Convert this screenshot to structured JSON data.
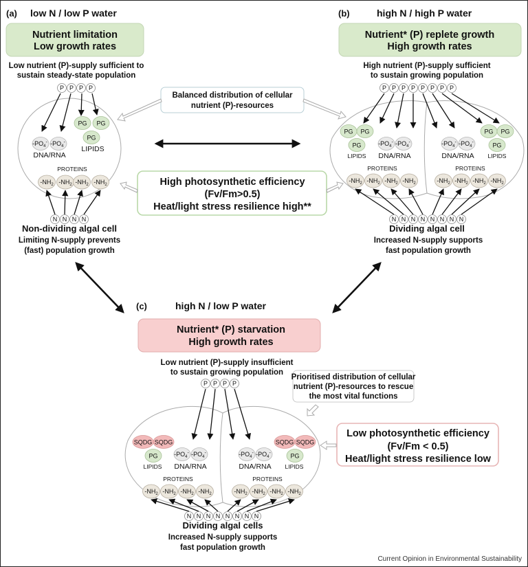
{
  "panels": {
    "a": {
      "label": "(a)",
      "water": "low N / low P water",
      "header_line1": "Nutrient limitation",
      "header_line2": "Low growth rates",
      "header_color": "#d9eacb",
      "supply_line1": "Low nutrient (P)-supply sufficient to",
      "supply_line2": "sustain steady-state population",
      "p_count": 4,
      "n_count": 4,
      "cell_name": "Non-dividing algal cell",
      "desc_line1": "Limiting N-supply prevents",
      "desc_line2": "(fast) population growth"
    },
    "b": {
      "label": "(b)",
      "water": "high N / high P water",
      "header_line1": "Nutrient* (P) replete growth",
      "header_line2": "High growth rates",
      "header_color": "#d9eacb",
      "supply_line1": "High nutrient (P)-supply sufficient",
      "supply_line2": "to sustain growing population",
      "p_count": 8,
      "n_count": 8,
      "cell_name": "Dividing algal cell",
      "desc_line1": "Increased N-supply supports",
      "desc_line2": "fast population growth"
    },
    "c": {
      "label": "(c)",
      "water": "high N / low P water",
      "header_line1": "Nutrient* (P) starvation",
      "header_line2": "High growth rates",
      "header_color": "#f8cfcf",
      "supply_line1": "Low nutrient (P)-supply insufficient",
      "supply_line2": "to sustain growing population",
      "p_count": 4,
      "n_count": 8,
      "cell_name": "Dividing algal cells",
      "desc_line1": "Increased N-supply supports",
      "desc_line2": "fast population growth"
    }
  },
  "callouts": {
    "balanced_line1": "Balanced distribution of cellular",
    "balanced_line2": "nutrient (P)-resources",
    "high_eff_line1": "High photosynthetic efficiency",
    "high_eff_line2": "(Fv/Fm>0.5)",
    "high_eff_line3": "Heat/light stress resilience high**",
    "high_eff_color": "#b9d8a8",
    "prioritised_line1": "Prioritised distribution of cellular",
    "prioritised_line2": "nutrient (P)-resources to rescue",
    "prioritised_line3": "the most vital functions",
    "low_eff_line1": "Low photosynthetic efficiency",
    "low_eff_line2": "(Fv/Fm < 0.5)",
    "low_eff_line3": "Heat/light stress resilience low",
    "low_eff_color": "#e7b5b5"
  },
  "molecules": {
    "p": "P",
    "n": "N",
    "pg": "PG",
    "sqdg": "SQDG",
    "po4": "-PO",
    "po4_sub": "4",
    "po4_sup": "-",
    "nh2": "-NH",
    "nh2_sub": "2",
    "lipids": "LIPIDS",
    "dna": "DNA/RNA",
    "proteins": "PROTEINS"
  },
  "colors": {
    "pg": "#d7e8cc",
    "sqdg": "#f2b9b9",
    "po4": "#e9e9e9",
    "nh2": "#ece7dd"
  },
  "credit": "Current Opinion in Environmental Sustainability"
}
